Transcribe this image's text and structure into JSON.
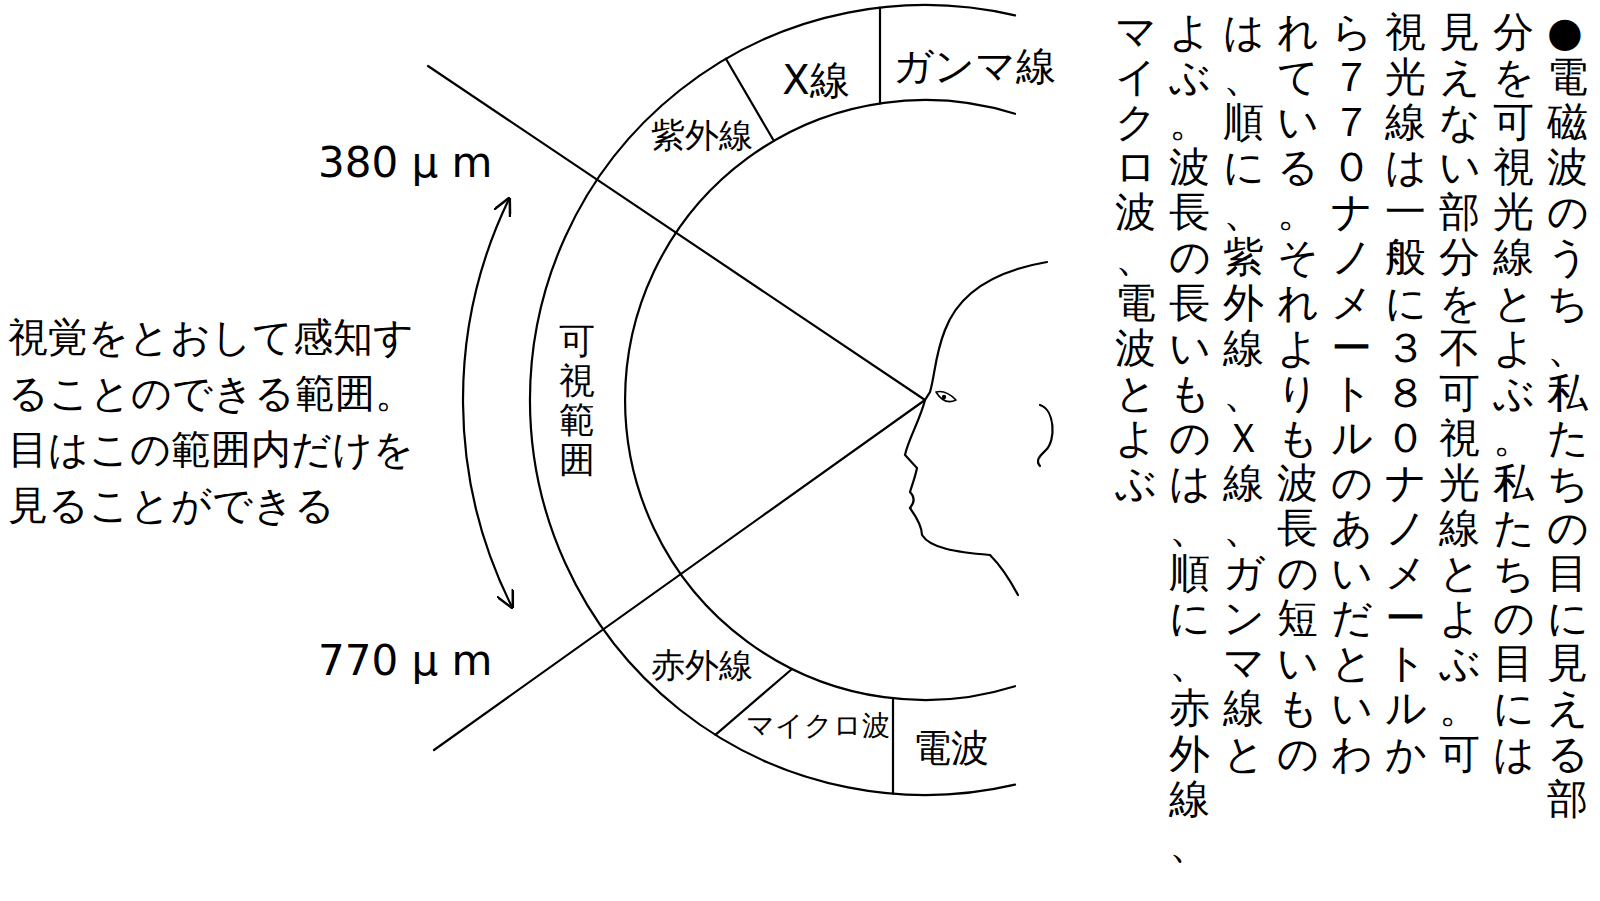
{
  "diagram": {
    "labels": [
      "ガンマ線",
      "X線",
      "紫外線",
      "380 μ m",
      "視覚をとおして感知することのできる範囲。目はこの範囲内だけを見ることができる",
      "可視範囲",
      "770 μ m",
      "赤外線",
      "マイクロ波",
      "電波",
      "●電磁波のうち、私たちの目に見える部分を可視光線とよぶ。私たちの目には見えない部分を不可視光線とよぶ。可視光線は一般に３８０ナノメートルから７７０ナノメートルのあいだといわれている。それよりも波長の短いものは、順に、紫外線、Ｘ線、ガンマ線とよぶ。波長の長いものは、順に、赤外線、マイクロ波、電波とよぶ"
    ]
  }
}
